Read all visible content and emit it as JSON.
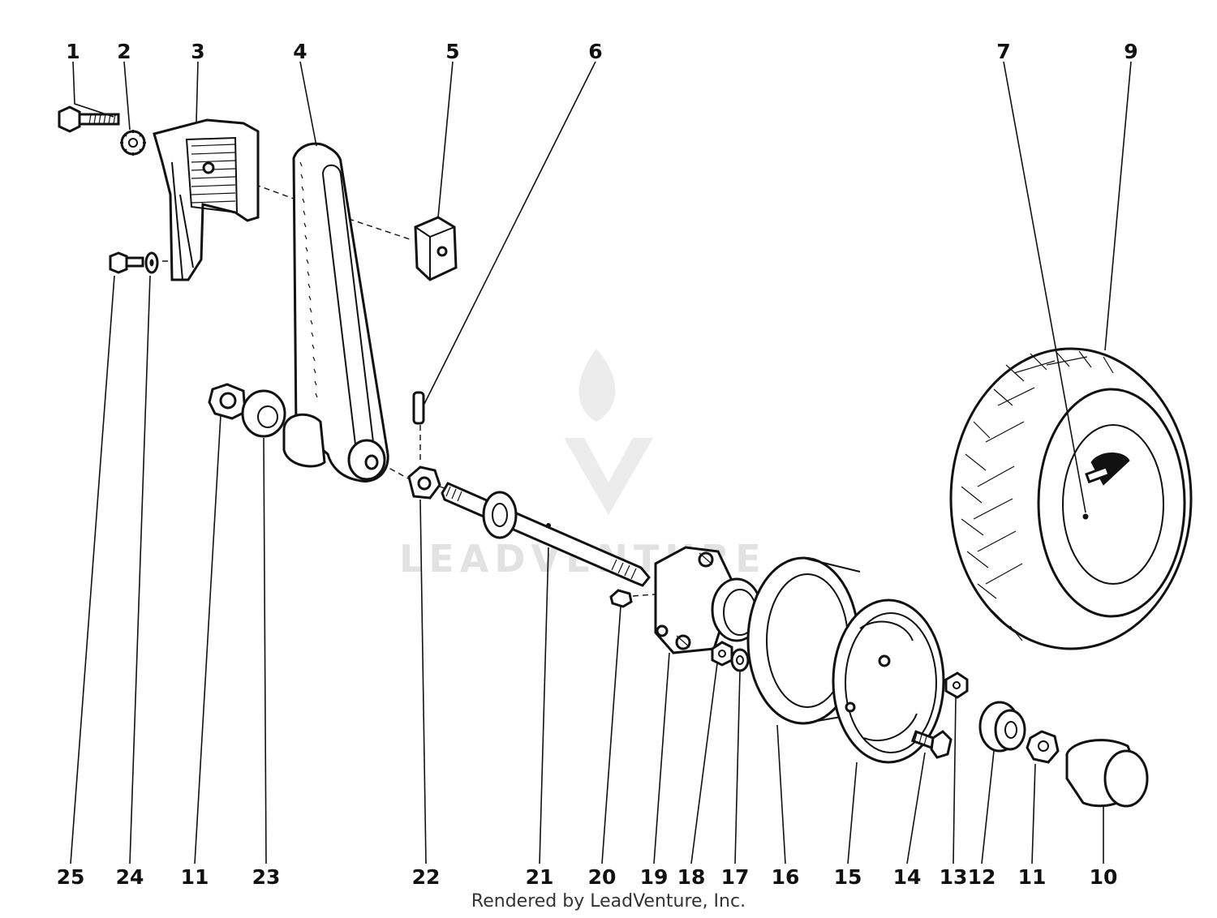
{
  "callouts": {
    "c1": "1",
    "c2": "2",
    "c3": "3",
    "c4": "4",
    "c5": "5",
    "c6": "6",
    "c7": "7",
    "c9": "9",
    "c25": "25",
    "c24": "24",
    "c11a": "11",
    "c23": "23",
    "c22": "22",
    "c21": "21",
    "c20": "20",
    "c19": "19",
    "c18": "18",
    "c17": "17",
    "c16": "16",
    "c15": "15",
    "c14": "14",
    "c13": "13",
    "c12": "12",
    "c11b": "11",
    "c10": "10"
  },
  "watermark": "LEADVENTURE",
  "credit": "Rendered by LeadVenture, Inc.",
  "colors": {
    "ink": "#111111",
    "watermark": "#e2e2e2",
    "background": "#ffffff"
  }
}
